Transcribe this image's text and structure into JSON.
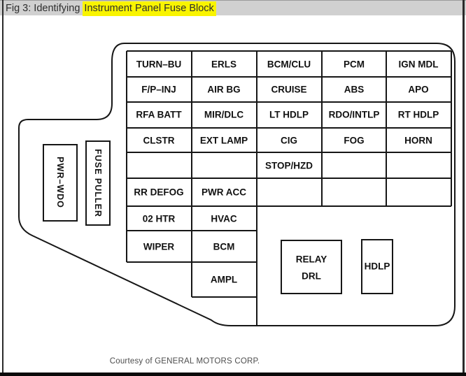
{
  "title": {
    "prefix": "Fig 3: Identifying ",
    "highlight": "Instrument Panel Fuse Block"
  },
  "colors": {
    "highlight_yellow": "#F9F400",
    "title_bar_bg": "#D0D0D0",
    "diagram_line": "#161616",
    "caption_text": "#4D4D4D"
  },
  "diagram": {
    "side_labels": {
      "pwr_wdo": "PWR–WDO",
      "fuse_puller": "FUSE PULLER"
    },
    "grid": {
      "rows": [
        [
          "TURN–BU",
          "ERLS",
          "BCM/CLU",
          "PCM",
          "IGN MDL"
        ],
        [
          "F/P–INJ",
          "AIR BG",
          "CRUISE",
          "ABS",
          "APO"
        ],
        [
          "RFA BATT",
          "MIR/DLC",
          "LT HDLP",
          "RDO/INTLP",
          "RT HDLP"
        ],
        [
          "CLSTR",
          "EXT LAMP",
          "CIG",
          "FOG",
          "HORN"
        ],
        [
          "",
          "",
          "STOP/HZD",
          "",
          ""
        ],
        [
          "RR DEFOG",
          "PWR ACC",
          "",
          "",
          ""
        ],
        [
          "02 HTR",
          "HVAC",
          "",
          "",
          ""
        ],
        [
          "WIPER",
          "BCM",
          "",
          "",
          ""
        ],
        [
          "",
          "AMPL",
          "",
          "",
          ""
        ]
      ]
    },
    "relay": {
      "line1": "RELAY",
      "line2": "DRL"
    },
    "hdlp_label": "HDLP"
  },
  "caption": "Courtesy of GENERAL MOTORS CORP."
}
